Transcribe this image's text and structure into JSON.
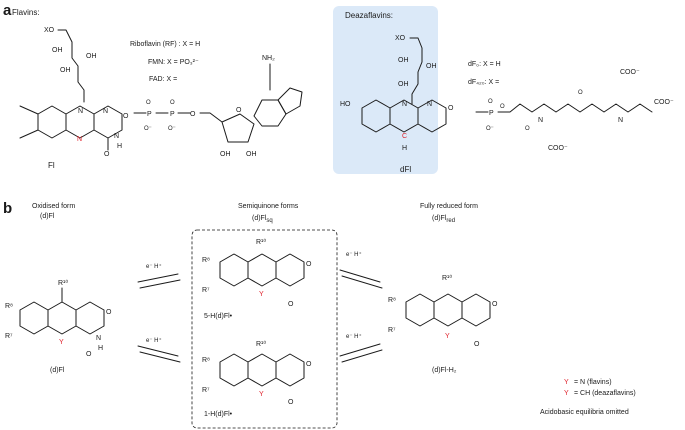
{
  "panels": {
    "a": "a",
    "b": "b"
  },
  "panel_a": {
    "flavins_heading": "Flavins:",
    "deazaflavins_heading": "Deazaflavins:",
    "fl_label": "Fl",
    "dfl_label": "dFl",
    "xo": "XO",
    "oh": "OH",
    "ho": "HO",
    "nh2": "NH₂",
    "riboflavin": "Riboflavin (RF)  : X = H",
    "fmn": "FMN: X = PO₃²⁻",
    "fad": "FAD: X =",
    "df0": "dF₀: X = H",
    "df420": "dF₄₂₀: X =",
    "coo": "COO⁻",
    "deaza_c": "C",
    "deaza_h": "H"
  },
  "panel_b": {
    "oxidised_title": "Oxidised form",
    "oxidised_sub": "(d)Fl",
    "semiquinone_title": "Semiquinone forms",
    "semiquinone_sub": "(d)Fl",
    "semiquinone_sub_sub": "sq",
    "reduced_title": "Fully reduced form",
    "reduced_sub": "(d)Fl",
    "reduced_sub_sub": "red",
    "oxidised_label": "(d)Fl",
    "reduced_label": "(d)Fl-H₂",
    "sq5_label": "5-H(d)Fl•",
    "sq1_label": "1-H(d)Fl•",
    "arrow_label": "e⁻  H⁺",
    "r10": "R¹⁰",
    "r8": "R⁸",
    "r7": "R⁷",
    "y": "Y",
    "legend_n": "= N         (flavins)",
    "legend_ch": "= CH (deazaflavins)",
    "legend_y": "Y",
    "footnote": "Acidobasic equilibria omitted"
  },
  "colors": {
    "highlight": "#dbe9f8",
    "accent": "#e0202a",
    "ink": "#1a1a1a"
  }
}
